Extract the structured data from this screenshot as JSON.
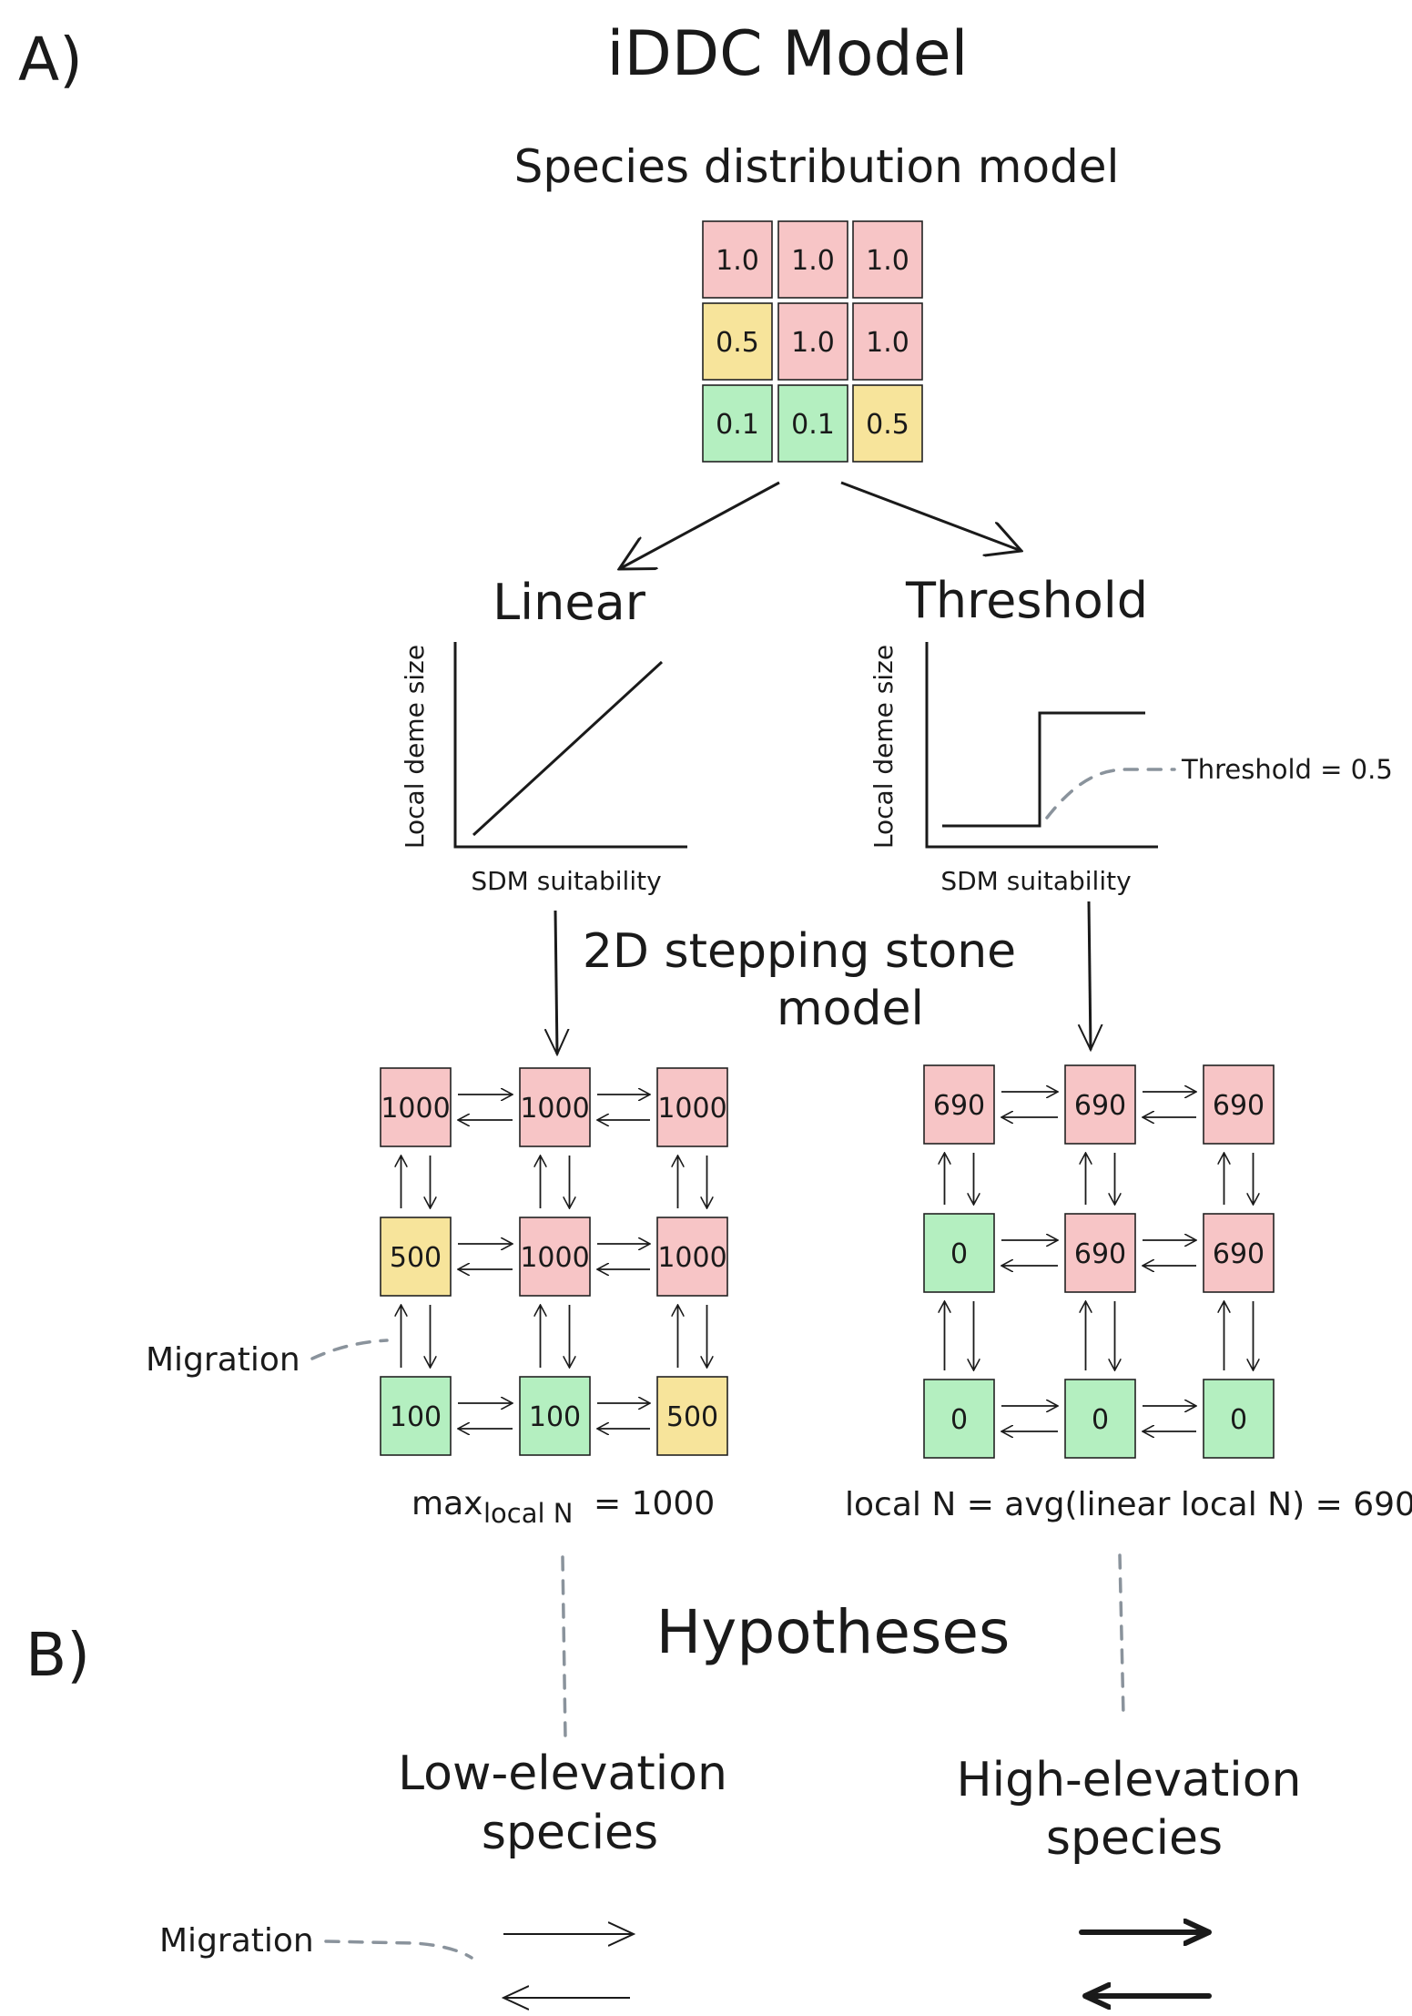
{
  "panel_a": {
    "label": "A)",
    "title": "iDDC Model",
    "sdm": {
      "title": "Species distribution model",
      "grid": [
        [
          "1.0",
          "1.0",
          "1.0"
        ],
        [
          "0.5",
          "1.0",
          "1.0"
        ],
        [
          "0.1",
          "0.1",
          "0.5"
        ]
      ]
    },
    "linear": {
      "title": "Linear",
      "ylabel": "Local deme size",
      "xlabel": "SDM suitability"
    },
    "threshold": {
      "title": "Threshold",
      "ylabel": "Local deme size",
      "xlabel": "SDM suitability",
      "annotation": "Threshold = 0.5"
    },
    "stepping_stone": {
      "title_line1": "2D stepping stone",
      "title_line2": "model",
      "left_grid": [
        [
          "1000",
          "1000",
          "1000"
        ],
        [
          "500",
          "1000",
          "1000"
        ],
        [
          "100",
          "100",
          "500"
        ]
      ],
      "right_grid": [
        [
          "690",
          "690",
          "690"
        ],
        [
          "0",
          "690",
          "690"
        ],
        [
          "0",
          "0",
          "0"
        ]
      ],
      "migration_label": "Migration",
      "left_formula_main": "max",
      "left_formula_sub": "local N",
      "left_formula_rest": "= 1000",
      "right_formula": "local N = avg(linear local N) = 690"
    }
  },
  "panel_b": {
    "label": "B)",
    "title": "Hypotheses",
    "low": {
      "line1": "Low-elevation",
      "line2": "species"
    },
    "high": {
      "line1": "High-elevation",
      "line2": "species"
    },
    "migration_label": "Migration"
  },
  "colors": {
    "pink": "#f7c5c6",
    "yellow": "#f7e49b",
    "green": "#b4efc0",
    "dash_gray": "#8a939c"
  }
}
